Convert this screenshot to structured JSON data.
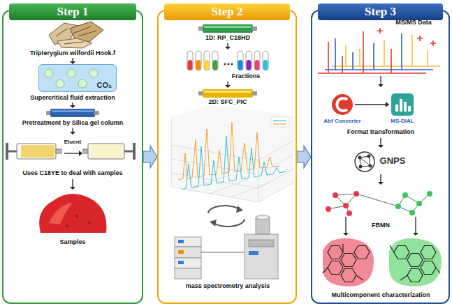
{
  "diagram": {
    "nodes": [
      {
        "text": [
          "Step 1"
        ]
      },
      {
        "text": [
          "Step 2"
        ]
      },
      {
        "text": [
          "Step 3"
        ]
      },
      {
        "text": [
          "CO₂"
        ],
        "in": 0
      }
    ],
    "edges": [
      {
        "from": 0,
        "to": 1,
        "arrow": "to"
      },
      {
        "from": 1,
        "to": 2,
        "arrow": "to"
      }
    ],
    "labels": [
      "Tripterygium wilfordii Hook.f",
      "Supercritical fluid extraction",
      "Pretreatment by Silica gel column",
      "Eluent",
      "Uses C18YE to deal with samples",
      "Samples",
      "1D: RP_C18HD",
      "Fractions",
      "2D: SFC_PIC",
      "mass spectrometry analysis",
      "MS/MS Data",
      "Abf Converter",
      "MS-DIAL",
      "Format transformation",
      "GNPS",
      "FBMN",
      "Multicomponent characterization"
    ]
  }
}
